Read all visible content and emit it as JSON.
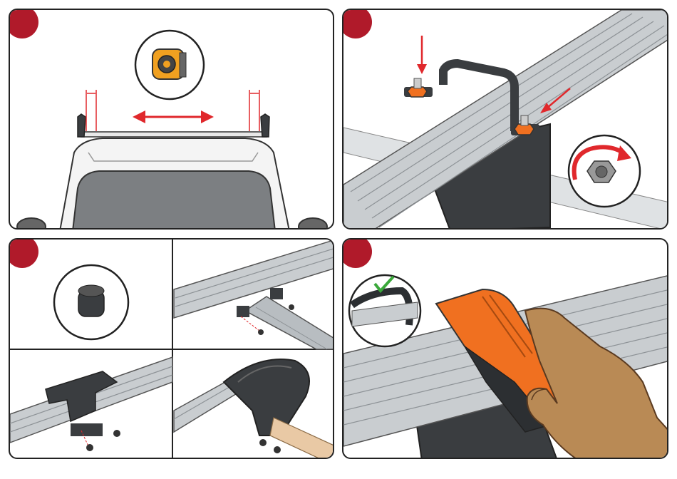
{
  "steps": [
    {
      "number_marker": "",
      "scene": "measure-rail-position"
    },
    {
      "number_marker": "",
      "scene": "tighten-nuts"
    },
    {
      "number_marker": "",
      "scene": "assemble-end-caps"
    },
    {
      "number_marker": "",
      "scene": "clip-on-cover"
    }
  ],
  "colors": {
    "badge": "#b01a2a",
    "arrow": "#e0282c",
    "orange": "#f07020",
    "rail": "#c9cdd0",
    "dark": "#3a3d40",
    "skin": "#b98a55",
    "check": "#3aa83a"
  },
  "icons": [
    "tape-measure-icon",
    "nut-rotate-icon",
    "end-cap-icon",
    "checkmark-icon"
  ]
}
